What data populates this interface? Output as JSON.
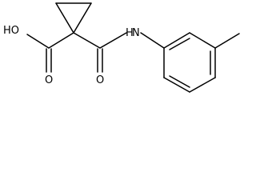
{
  "structure": {
    "atom_labels": {
      "hydroxyl": "HO",
      "acid_carbonyl_oxygen": "O",
      "amide_carbonyl_oxygen": "O",
      "amide_nitrogen": "N",
      "amide_hydrogen": "H"
    },
    "colors": {
      "bond": "#000000",
      "label": "#000000",
      "background": "#ffffff"
    }
  }
}
